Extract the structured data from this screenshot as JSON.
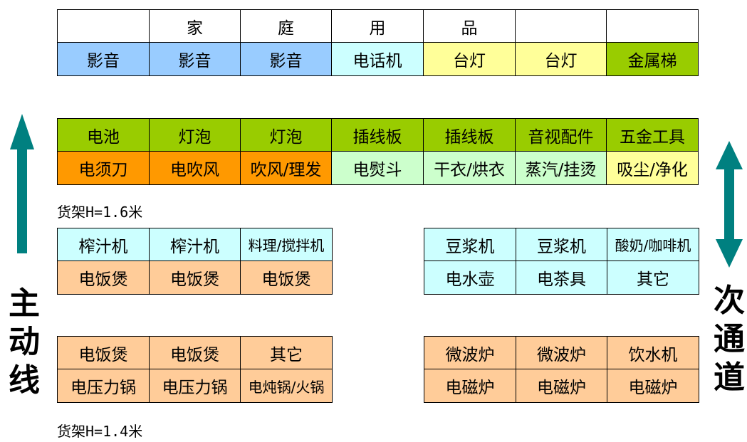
{
  "colors": {
    "white": "#ffffff",
    "blue": "#99ccff",
    "lightcyan": "#ccffff",
    "yellow": "#ffff99",
    "green": "#99cc00",
    "orange": "#ff9900",
    "lightgreen": "#ccffcc",
    "peach": "#ffcc99",
    "arrow": "#008080"
  },
  "top_block": {
    "row1": [
      "",
      "家",
      "庭",
      "用",
      "品",
      "",
      ""
    ],
    "row2": [
      "影音",
      "影音",
      "影音",
      "电话机",
      "台灯",
      "台灯",
      "金属梯"
    ]
  },
  "second_block": {
    "row1": [
      "电池",
      "灯泡",
      "灯泡",
      "插线板",
      "插线板",
      "音视配件",
      "五金工具"
    ],
    "row2": [
      "电须刀",
      "电吹风",
      "吹风/理发",
      "电熨斗",
      "干衣/烘衣",
      "蒸汽/挂烫",
      "吸尘/净化"
    ]
  },
  "shelf_note_1": "货架H=1.6米",
  "left_block_1": {
    "row1": [
      "榨汁机",
      "榨汁机",
      "料理/搅拌机"
    ],
    "row2": [
      "电饭煲",
      "电饭煲",
      "电饭煲"
    ]
  },
  "right_block_1": {
    "row1": [
      "豆浆机",
      "豆浆机",
      "酸奶/咖啡机"
    ],
    "row2": [
      "电水壶",
      "电茶具",
      "其它"
    ]
  },
  "left_block_2": {
    "row1": [
      "电饭煲",
      "电饭煲",
      "其它"
    ],
    "row2": [
      "电压力锅",
      "电压力锅",
      "电炖锅/火锅"
    ]
  },
  "right_block_2": {
    "row1": [
      "微波炉",
      "微波炉",
      "饮水机"
    ],
    "row2": [
      "电磁炉",
      "电磁炉",
      "电磁炉"
    ]
  },
  "shelf_note_2": "货架H=1.4米",
  "main_line_label": [
    "主",
    "动",
    "线"
  ],
  "secondary_aisle_label": [
    "次",
    "通",
    "道"
  ]
}
